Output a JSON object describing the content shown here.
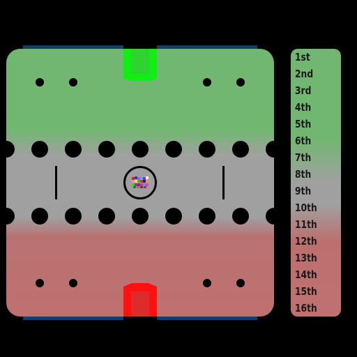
{
  "game": {
    "colors": {
      "background": "#000000",
      "top_zone": "#71b771",
      "middle_zone": "#a0a0a0",
      "bottom_zone": "#c07070",
      "rail": "#0d3f73",
      "top_goal": "#11ee11",
      "bottom_goal": "#ff1111"
    },
    "standings": [
      "1st",
      "2nd",
      "3rd",
      "4th",
      "5th",
      "6th",
      "7th",
      "8th",
      "9th",
      "10th",
      "11th",
      "12th",
      "13th",
      "14th",
      "15th",
      "16th"
    ]
  }
}
